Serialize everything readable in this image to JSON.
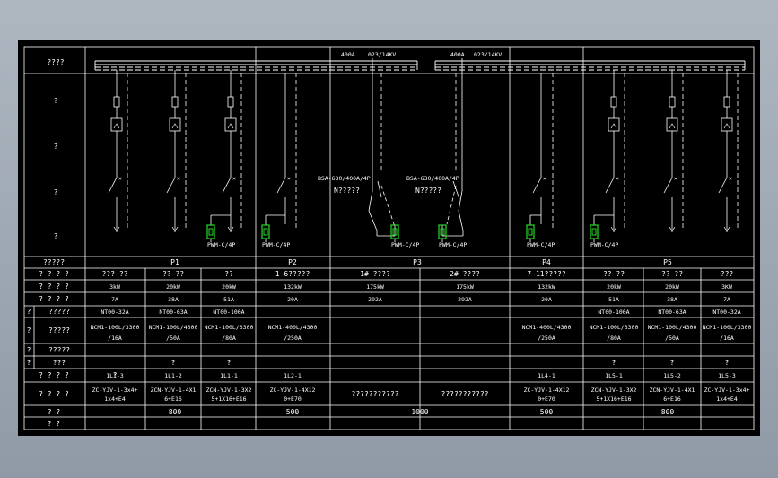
{
  "row_labels": {
    "bus": "????",
    "r1": "?",
    "r2": "?",
    "r3": "?",
    "r4": "?",
    "r5": "?????",
    "r6": "? ? ? ?",
    "r7": "? ? ? ?",
    "r8": "? ? ? ?",
    "r9a": "?????",
    "r9b": "?????",
    "r9c": "?????",
    "r9d": "???",
    "side": "?",
    "r10": "? ? ? ?",
    "r11": "? ? ? ?",
    "r12": "?  ?",
    "r13": "?  ?"
  },
  "bus_labels": [
    {
      "current": "400A",
      "spec": "023/14KV"
    },
    {
      "current": "400A",
      "spec": "023/14KV"
    }
  ],
  "breaker_labels": [
    {
      "model": "BSA-630/400A/4P",
      "name": "N?????"
    },
    {
      "model": "BSA-630/400A/4P",
      "name": "N?????"
    }
  ],
  "meter_label": "PWM-C/4P",
  "groups": [
    "P1",
    "P2",
    "P3",
    "P4",
    "P5"
  ],
  "columns": [
    {
      "name": "???  ??",
      "power": "3kW",
      "current": "7A",
      "breaker": "NT00-32A",
      "contactor": "NCM1-100L/3300/16A",
      "code": "1L1-3",
      "cable": "ZC-YJV-1-3x4+1x4+E4"
    },
    {
      "name": "??  ??",
      "power": "20kW",
      "current": "38A",
      "breaker": "NT00-63A",
      "contactor": "NCM1-100L/4300/50A",
      "code": "1L1-2",
      "cable": "ZCN-YJV-1-4X16+E16"
    },
    {
      "name": "??",
      "power": "20kW",
      "current": "51A",
      "breaker": "NT00-100A",
      "contactor": "NCM1-100L/3300/80A",
      "code": "1L1-1",
      "cable": "ZCN-YJV-1-3X25+1X16+E16"
    },
    {
      "name": "1~6?????",
      "power": "132kW",
      "current": "20A",
      "breaker": "",
      "contactor": "NCM1-400L/4300/250A",
      "code": "1L2-1",
      "cable": "ZC-YJV-1-4X120+E70"
    },
    {
      "name": "1# ????",
      "power": "175kW",
      "current": "292A",
      "breaker": "",
      "contactor": "",
      "code": "",
      "cable": "???????????"
    },
    {
      "name": "2# ????",
      "power": "175kW",
      "current": "292A",
      "breaker": "",
      "contactor": "",
      "code": "",
      "cable": "???????????"
    },
    {
      "name": "7~11?????",
      "power": "132kW",
      "current": "20A",
      "breaker": "",
      "contactor": "NCM1-400L/4300/250A",
      "code": "1L4-1",
      "cable": "ZC-YJV-1-4X120+E70"
    },
    {
      "name": "??  ??",
      "power": "20kW",
      "current": "51A",
      "breaker": "NT00-100A",
      "contactor": "NCM1-100L/3300/80A",
      "code": "1L5-1",
      "cable": "ZCN-YJV-1-3X25+1X16+E16"
    },
    {
      "name": "??  ??",
      "power": "20kW",
      "current": "38A",
      "breaker": "NT00-63A",
      "contactor": "NCM1-100L/4300/50A",
      "code": "1L5-2",
      "cable": "ZCN-YJV-1-4X16+E16"
    },
    {
      "name": "???",
      "power": "3KW",
      "current": "7A",
      "breaker": "NT00-32A",
      "contactor": "NCM1-100L/3300/16A",
      "code": "1L5-3",
      "cable": "ZC-YJV-1-3x4+1x4+E4"
    }
  ],
  "meter_marks": [
    "?",
    "?",
    "?",
    "?",
    "?",
    "?"
  ],
  "widths": [
    "800",
    "500",
    "1000",
    "500",
    "800"
  ],
  "colors": {
    "background": "#000000",
    "line": "#ffffff",
    "meter": "#22dd22",
    "page": "#9aa4ae"
  }
}
